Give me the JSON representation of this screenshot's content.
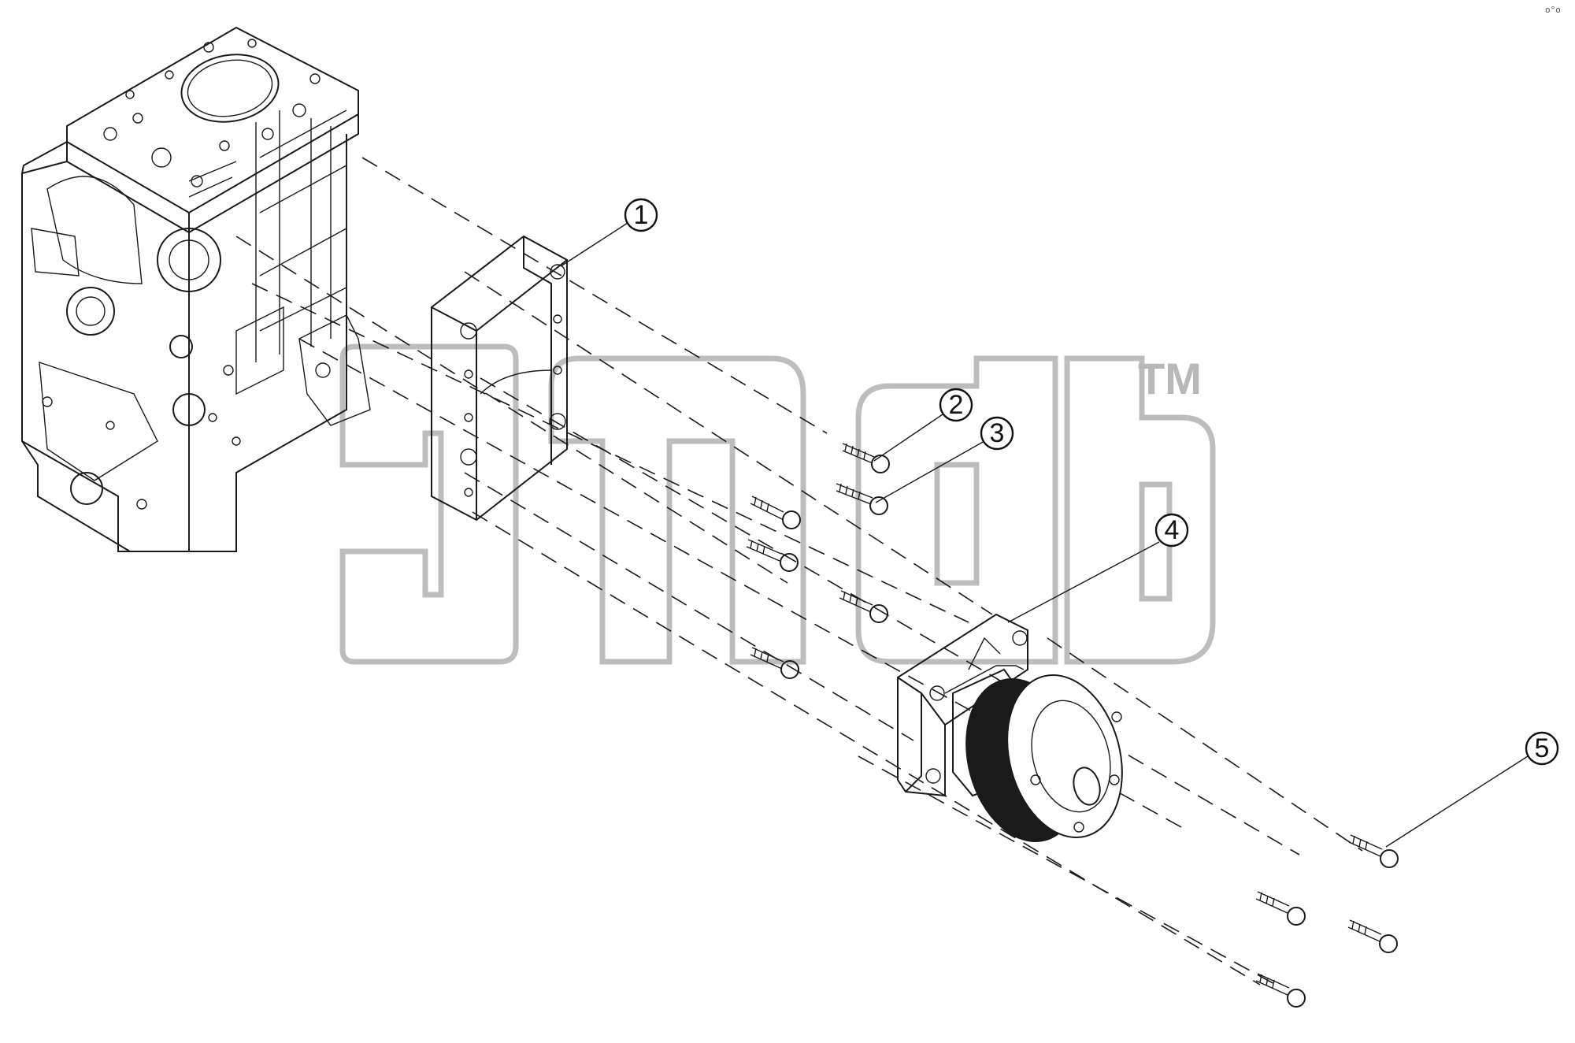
{
  "diagram": {
    "callouts": [
      {
        "id": "1",
        "label": "1"
      },
      {
        "id": "2",
        "label": "2"
      },
      {
        "id": "3",
        "label": "3"
      },
      {
        "id": "4",
        "label": "4"
      },
      {
        "id": "5",
        "label": "5"
      }
    ],
    "watermark": {
      "trademark": "TM"
    },
    "corner_mark": "o°o"
  }
}
